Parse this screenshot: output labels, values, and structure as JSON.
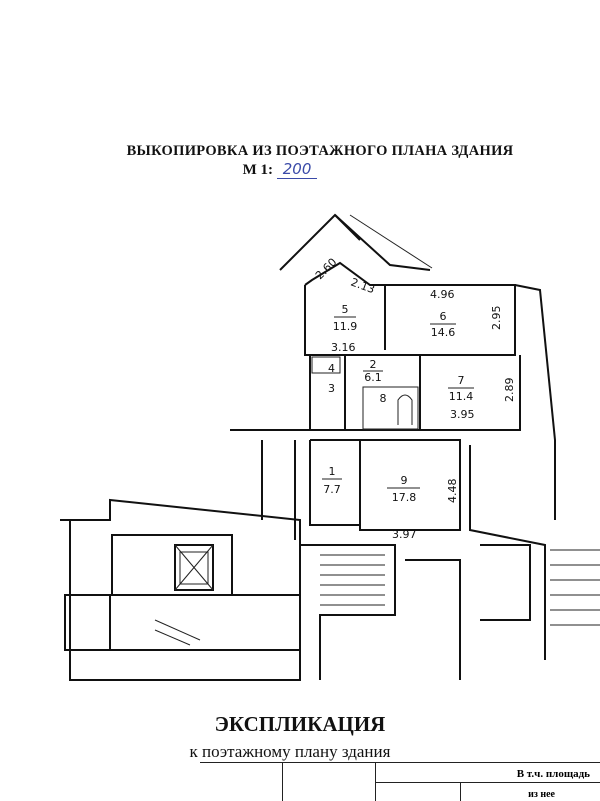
{
  "header": {
    "title": "ВЫКОПИРОВКА ИЗ ПОЭТАЖНОГО ПЛАНА ЗДАНИЯ",
    "scale_label": "М 1:",
    "scale_value": "200"
  },
  "rooms": [
    {
      "number": "5",
      "area": "11.9"
    },
    {
      "number": "6",
      "area": "14.6"
    },
    {
      "number": "2",
      "area": "6.1"
    },
    {
      "number": "7",
      "area": "11.4"
    },
    {
      "number": "1",
      "area": "7.7"
    },
    {
      "number": "9",
      "area": "17.8"
    },
    {
      "number": "3"
    },
    {
      "number": "4"
    },
    {
      "number": "8"
    }
  ],
  "dimensions": [
    "2.60",
    "2.13",
    "4.96",
    "2.95",
    "3.16",
    "2.89",
    "3.95",
    "4.48",
    "3.97"
  ],
  "footer": {
    "title": "ЭКСПЛИКАЦИЯ",
    "subtitle": "к поэтажному плану здания",
    "table_header": "В т.ч. площадь",
    "table_subheader": "из нее"
  }
}
